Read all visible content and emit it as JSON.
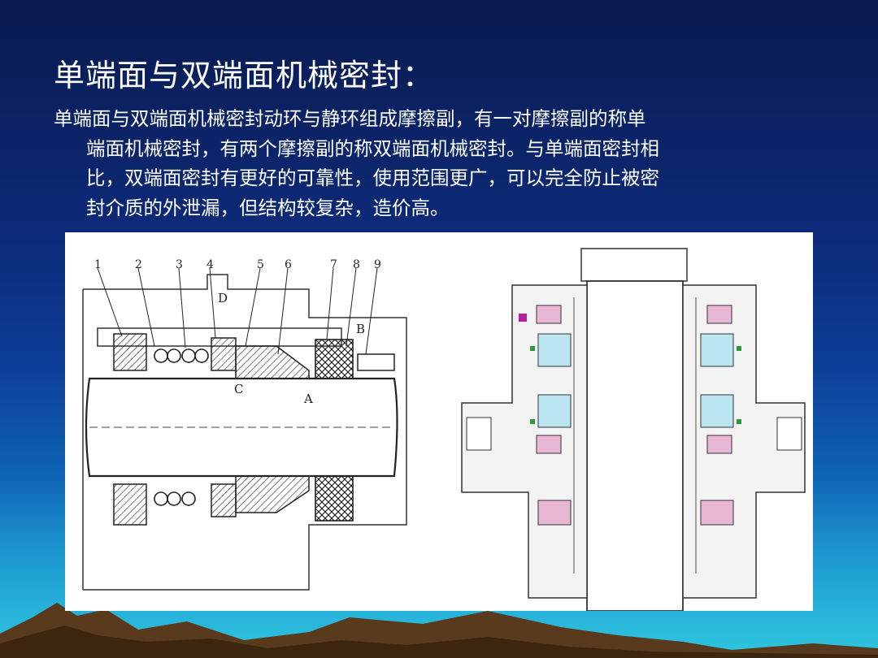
{
  "slide": {
    "title": "单端面与双端面机械密封：",
    "body_lines": [
      "单端面与双端面机械密封动环与静环组成摩擦副，有一对摩擦副的称单",
      "端面机械密封，有两个摩擦副的称双端面机械密封。与单端面密封相",
      "比，双端面密封有更好的可靠性，使用范围更广，可以完全防止被密",
      "封介质的外泄漏，但结构较复杂，造价高。"
    ]
  },
  "figure_left": {
    "part_numbers": [
      "1",
      "2",
      "3",
      "4",
      "5",
      "6",
      "7",
      "8",
      "9"
    ],
    "region_labels": [
      "D",
      "B",
      "C",
      "A"
    ]
  }
}
